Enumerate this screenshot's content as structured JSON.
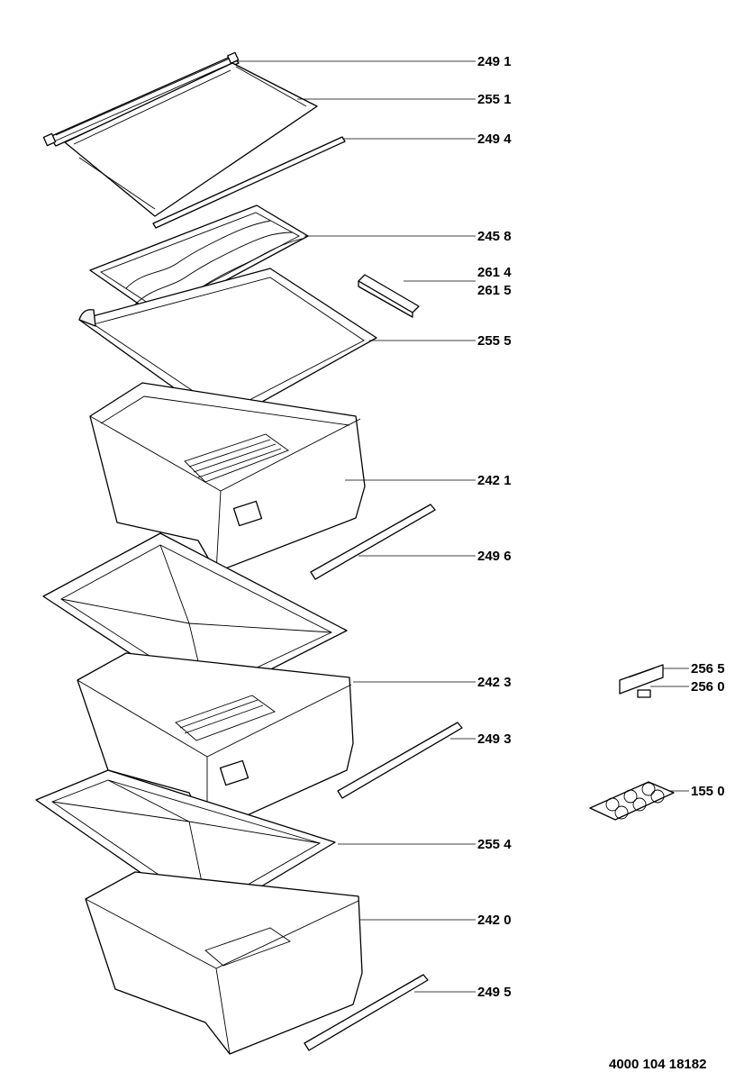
{
  "labels": [
    {
      "id": "l1",
      "text": "249 1"
    },
    {
      "id": "l2",
      "text": "255 1"
    },
    {
      "id": "l3",
      "text": "249 4"
    },
    {
      "id": "l4",
      "text": "245 8"
    },
    {
      "id": "l5",
      "text": "261 4"
    },
    {
      "id": "l6",
      "text": "261 5"
    },
    {
      "id": "l7",
      "text": "255 5"
    },
    {
      "id": "l8",
      "text": "242 1"
    },
    {
      "id": "l9",
      "text": "249 6"
    },
    {
      "id": "l10",
      "text": "242 3"
    },
    {
      "id": "l11",
      "text": "249 3"
    },
    {
      "id": "l12",
      "text": "255 4"
    },
    {
      "id": "l13",
      "text": "242 0"
    },
    {
      "id": "l14",
      "text": "249 5"
    },
    {
      "id": "l15",
      "text": "256 5"
    },
    {
      "id": "l16",
      "text": "256 0"
    },
    {
      "id": "l17",
      "text": "155 0"
    }
  ],
  "document_number": "4000 104 18182"
}
